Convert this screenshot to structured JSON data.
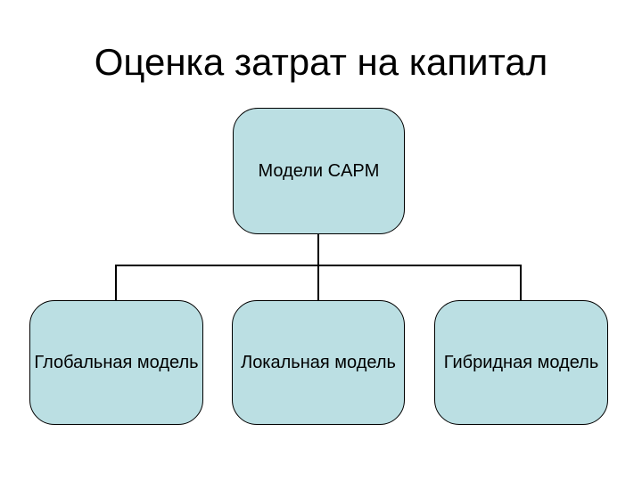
{
  "slide": {
    "title": "Оценка затрат на капитал",
    "title_color": "#000000",
    "diagram": {
      "type": "hierarchy",
      "box_fill": "#bbdfe3",
      "box_border": "#000000",
      "connector_color": "#000000",
      "root": {
        "label": "Модели CAPM"
      },
      "children": [
        {
          "label": "Глобальная модель"
        },
        {
          "label": "Локальная модель"
        },
        {
          "label": "Гибридная модель"
        }
      ]
    }
  }
}
